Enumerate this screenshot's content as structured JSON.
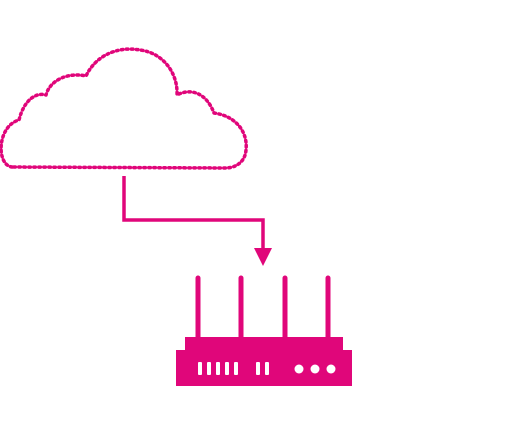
{
  "diagram": {
    "accent_color": "#e0067a",
    "background_color": "#ffffff",
    "nodes": [
      {
        "id": "cloud",
        "icon": "cloud-icon",
        "style": "dotted-outline"
      },
      {
        "id": "router",
        "icon": "router-icon",
        "antennas": 4,
        "port_lights": 7,
        "status_lights": 3
      }
    ],
    "edges": [
      {
        "from": "cloud",
        "to": "router",
        "style": "solid-elbow-arrow"
      }
    ]
  }
}
